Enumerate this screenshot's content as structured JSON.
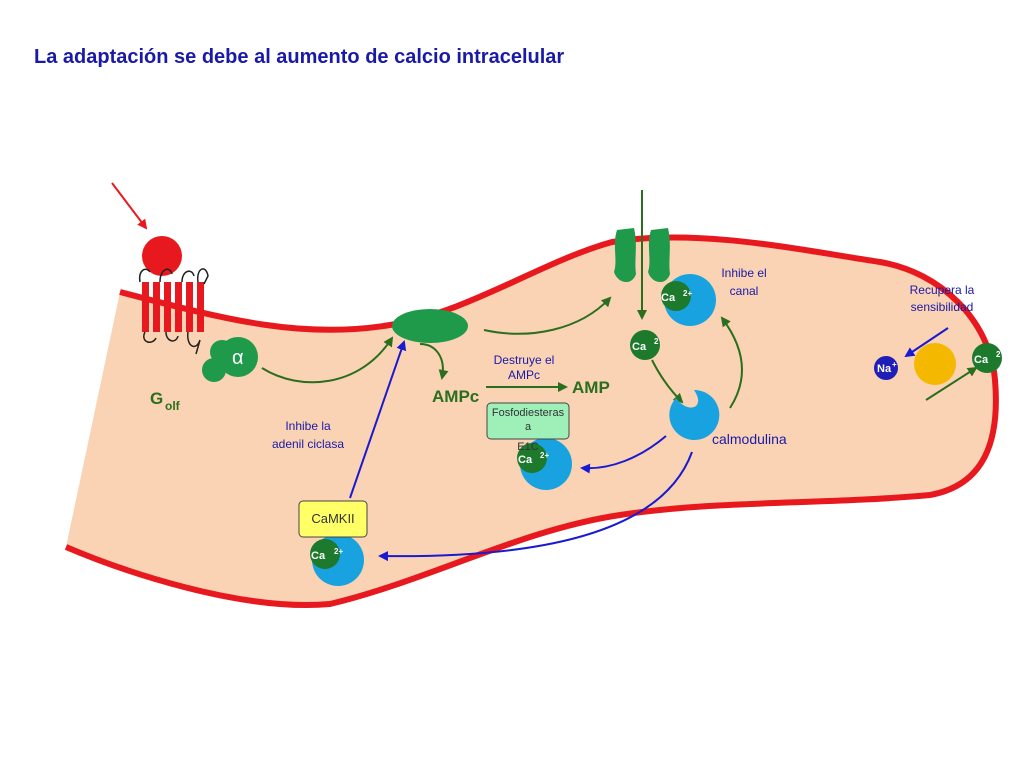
{
  "title": "La adaptación se debe al aumento de calcio intracelular",
  "labels": {
    "golf_main": "G",
    "golf_sub": "olf",
    "alpha": "α",
    "ampc": "AMPc",
    "amp": "AMP",
    "calmodulina": "calmodulina",
    "destruye_1": "Destruye el",
    "destruye_2": "AMPc",
    "inhibe_canal_1": "Inhibe el",
    "inhibe_canal_2": "canal",
    "inhibe_adenil_1": "Inhibe la",
    "inhibe_adenil_2": "adenil ciclasa",
    "recupera_1": "Recupera la",
    "recupera_2": "sensibilidad",
    "fosfo_1": "Fosfodiesteras",
    "fosfo_2": "a",
    "fosfo_3": "E1C",
    "camkii": "CaMKII",
    "ca": "Ca",
    "ca_charge": "2+",
    "ca_charge_short": "2",
    "na": "Na",
    "na_charge": "+"
  },
  "colors": {
    "cell_fill": "#f9d3b4",
    "membrane": "#e8191e",
    "green_protein": "#1f9a4a",
    "calcium_green": "#1d7a2c",
    "calmodulin_blue": "#18a3e0",
    "exchanger_orange": "#f5b800",
    "na_blue": "#1f1fb8",
    "arrow_green": "#2a6e1e",
    "arrow_blue": "#1a1ad0",
    "arrow_red": "#e8191e",
    "fosfo_box": "#9ef0b8",
    "camkii_box": "#ffff66",
    "title_blue": "#1a1aa8"
  }
}
